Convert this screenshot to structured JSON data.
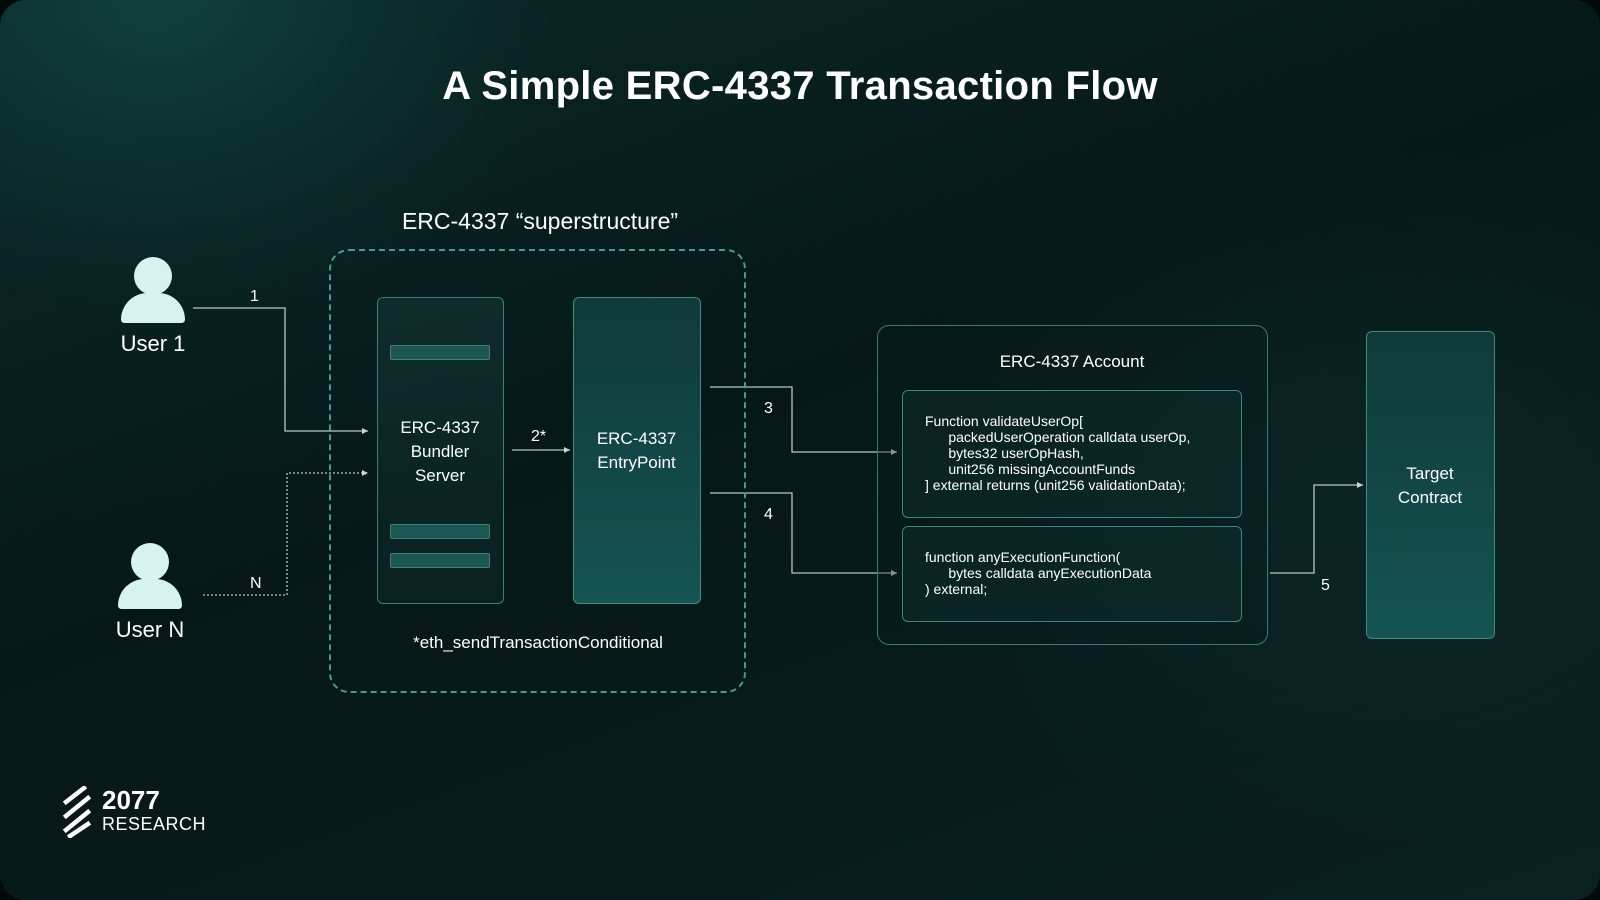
{
  "title": "A Simple ERC-4337 Transaction Flow",
  "superstructure": {
    "label": "ERC-4337 “superstructure”",
    "footnote": "*eth_sendTransactionConditional"
  },
  "users": [
    {
      "label": "User 1"
    },
    {
      "label": "User N"
    }
  ],
  "bundler": {
    "label": "ERC-4337\nBundler\nServer"
  },
  "entrypoint": {
    "label": "ERC-4337\nEntryPoint"
  },
  "account": {
    "title": "ERC-4337 Account",
    "validate_code": "Function validateUserOp[\n      packedUserOperation calldata userOp,\n      bytes32 userOpHash,\n      unit256 missingAccountFunds\n] external returns (unit256 validationData);",
    "execute_code": "function anyExecutionFunction(\n      bytes calldata anyExecutionData\n) external;"
  },
  "target": {
    "label": "Target\nContract"
  },
  "steps": {
    "s1": "1",
    "sN": "N",
    "s2": "2*",
    "s3": "3",
    "s4": "4",
    "s5": "5"
  },
  "logo": {
    "number": "2077",
    "word": "RESEARCH"
  },
  "colors": {
    "accent": "#3f8a83",
    "line": "#c9d6d4",
    "user_fill": "#d7f3ef"
  }
}
